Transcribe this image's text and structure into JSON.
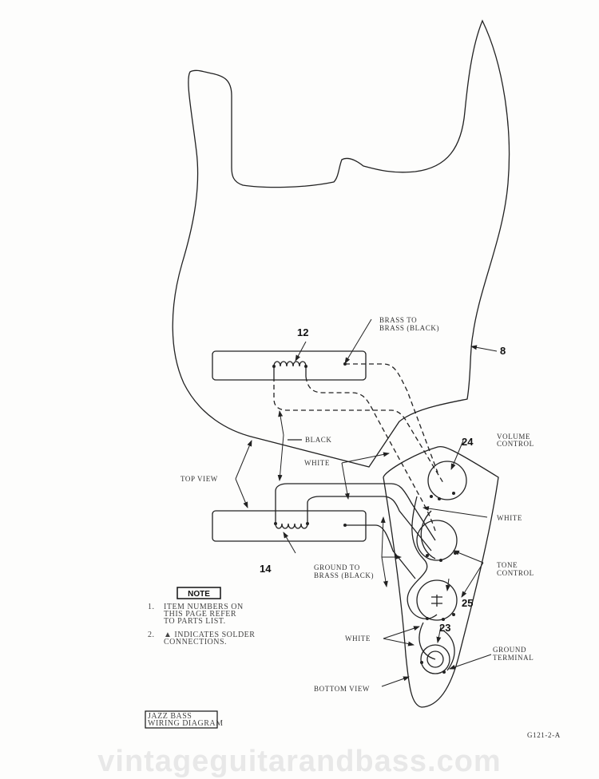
{
  "labels": {
    "brass_to_brass_1": "BRASS TO",
    "brass_to_brass_2": "BRASS (BLACK)",
    "item_12": "12",
    "item_8": "8",
    "item_14": "14",
    "item_24": "24",
    "item_25": "25",
    "item_23": "23",
    "black": "BLACK",
    "white_1": "WHITE",
    "white_2": "WHITE",
    "white_3": "WHITE",
    "top_view": "TOP VIEW",
    "volume_1": "VOLUME",
    "volume_2": "CONTROL",
    "ground_brass_1": "GROUND TO",
    "ground_brass_2": "BRASS (BLACK)",
    "tone_1": "TONE",
    "tone_2": "CONTROL",
    "ground_terminal_1": "GROUND",
    "ground_terminal_2": "TERMINAL",
    "bottom_view": "BOTTOM VIEW"
  },
  "note": {
    "title": "NOTE",
    "items": [
      {
        "n": "1.",
        "lines": [
          "ITEM NUMBERS ON",
          "THIS PAGE REFER",
          "TO PARTS LIST."
        ]
      },
      {
        "n": "2.",
        "lines": [
          "▲ INDICATES SOLDER",
          "CONNECTIONS."
        ]
      }
    ]
  },
  "title_box": [
    "JAZZ BASS",
    "WIRING DIAGRAM"
  ],
  "drawing_number": "G121-2-A",
  "watermark": "vintageguitarandbass.com"
}
